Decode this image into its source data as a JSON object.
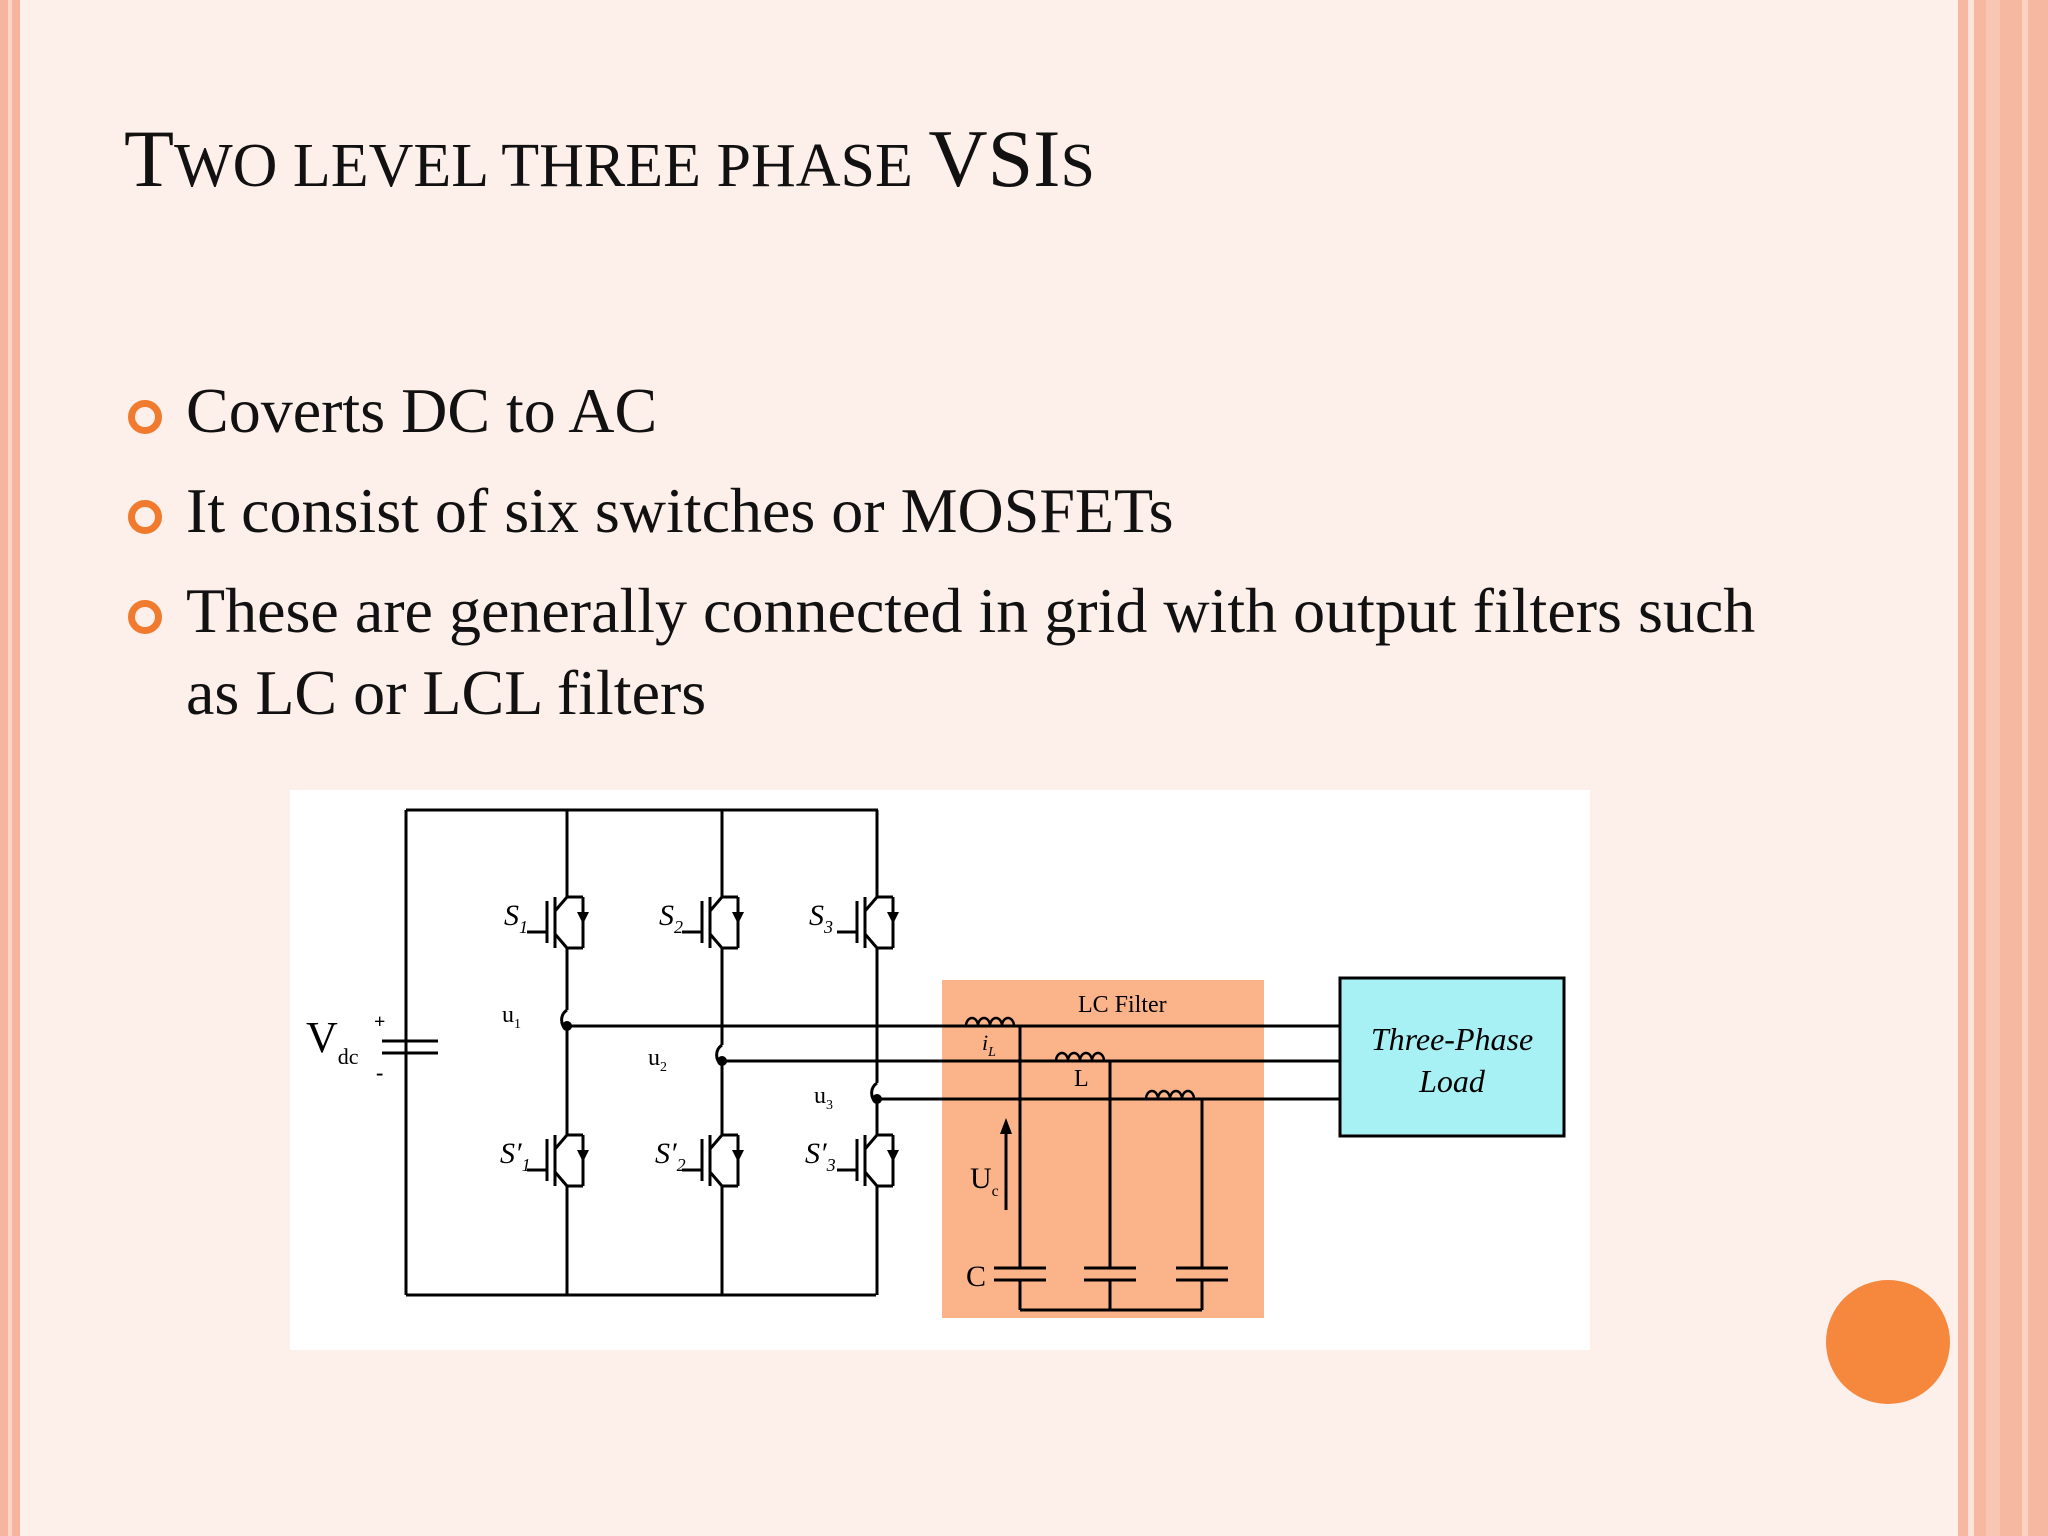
{
  "slide": {
    "title_T": "T",
    "title_mid": "WO LEVEL THREE PHASE ",
    "title_V": "VSI",
    "title_s": "S",
    "bullets": [
      "Coverts DC to AC",
      "It consist of  six switches or MOSFETs",
      "These are generally connected in grid with output filters such as LC or LCL filters"
    ]
  },
  "diagram": {
    "vdc_V": "V",
    "vdc_sub": "dc",
    "plus": "+",
    "minus": "-",
    "switches_top": [
      {
        "s": "S",
        "n": "1"
      },
      {
        "s": "S",
        "n": "2"
      },
      {
        "s": "S",
        "n": "3"
      }
    ],
    "switches_bottom": [
      {
        "s": "S′",
        "n": "1"
      },
      {
        "s": "S′",
        "n": "2"
      },
      {
        "s": "S′",
        "n": "3"
      }
    ],
    "nodes": [
      {
        "u": "u",
        "n": "1"
      },
      {
        "u": "u",
        "n": "2"
      },
      {
        "u": "u",
        "n": "3"
      }
    ],
    "lc_title": "LC Filter",
    "il_i": "i",
    "il_sub": "L",
    "l_label": "L",
    "uc_U": "U",
    "uc_sub": "c",
    "c_label": "C",
    "load_line1": "Three-Phase",
    "load_line2": "Load",
    "colors": {
      "filter_bg": "#fbb48a",
      "load_bg": "#a7f0f4",
      "accent": "#f07b2e"
    }
  }
}
